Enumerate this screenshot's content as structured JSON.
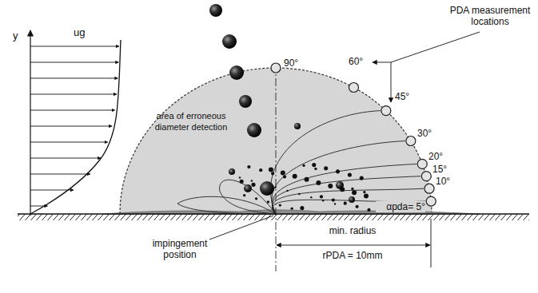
{
  "diagram": {
    "labels": [
      "y",
      "ug",
      "PDA measurement locations",
      "90°",
      "60°",
      "45°",
      "30°",
      "20°",
      "15°",
      "10°",
      "αpda= 5°",
      "area of erroneous diameter detection",
      "min. radius",
      "rPDA = 10mm",
      "impingement position"
    ]
  }
}
